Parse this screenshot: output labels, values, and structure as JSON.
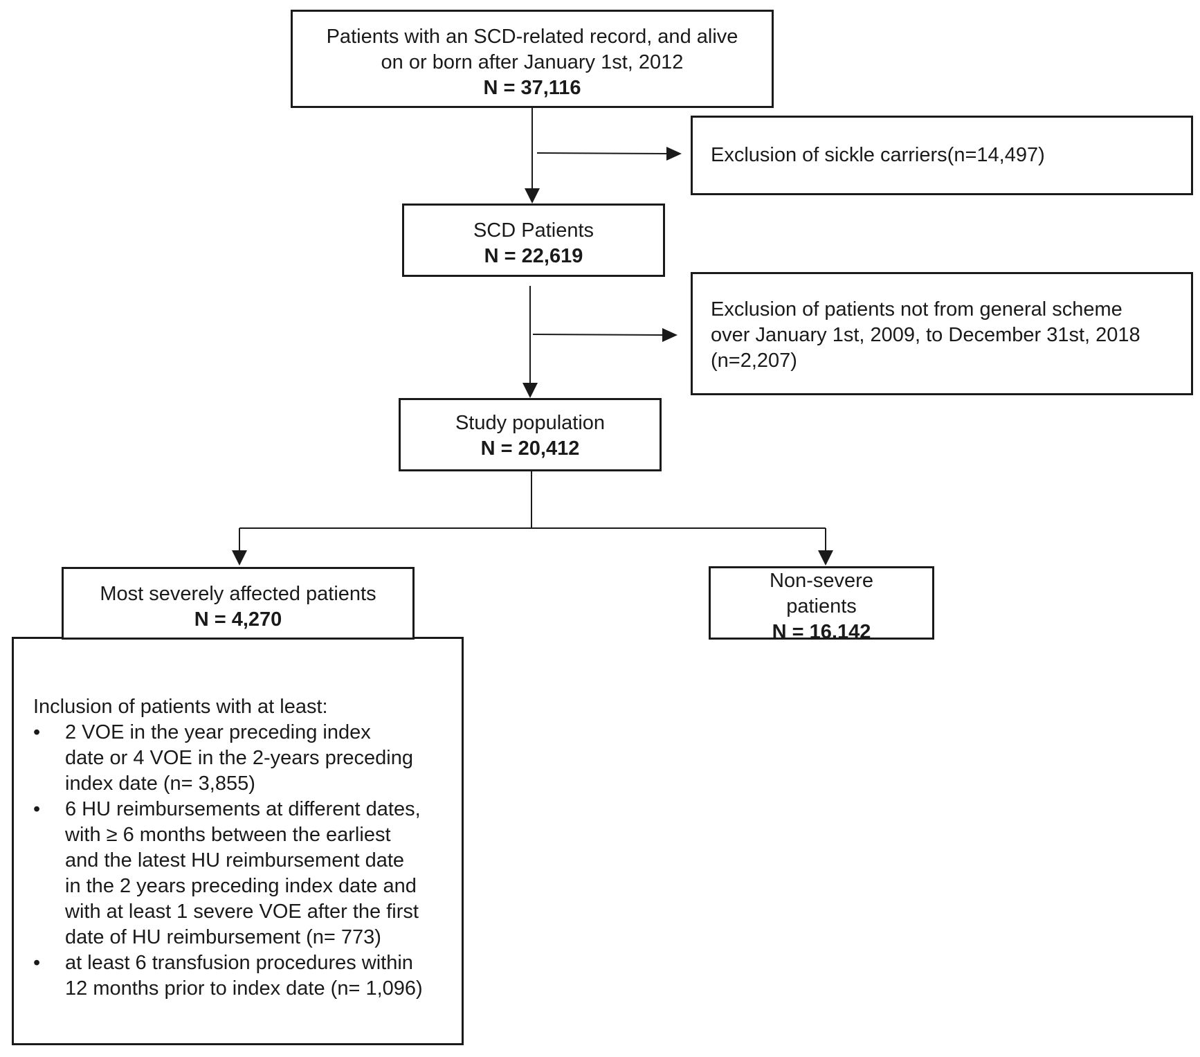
{
  "flow": {
    "start": {
      "line1": "Patients with an SCD-related record, and alive",
      "line2": "on or born after January 1st, 2012",
      "count": "N = 37,116"
    },
    "exclusion_carriers": {
      "text": "Exclusion of sickle carriers(n=14,497)"
    },
    "scd_patients": {
      "label": "SCD Patients",
      "count": "N = 22,619"
    },
    "exclusion_scheme": {
      "line1": "Exclusion of patients not from general scheme",
      "line2": "over January 1st, 2009, to December 31st, 2018",
      "line3": "(n=2,207)"
    },
    "study_population": {
      "label": "Study population",
      "count": "N = 20,412"
    },
    "severe": {
      "label": "Most severely affected patients",
      "count": "N = 4,270"
    },
    "non_severe": {
      "line1": "Non-severe",
      "line2": "patients",
      "count": "N = 16,142"
    },
    "inclusion": {
      "title": "Inclusion of patients with at least:",
      "bullet_symbol": "•",
      "criteria": [
        {
          "lines": [
            "2 VOE  in the year preceding index",
            "date or 4 VOE  in the 2-years preceding",
            "index date (n= 3,855)"
          ]
        },
        {
          "lines": [
            "6 HU reimbursements at different dates,",
            "with ≥ 6 months between the earliest",
            "and the latest HU reimbursement date",
            "in the 2 years preceding index date and",
            "with at least 1 severe VOE after the first",
            "date of HU reimbursement (n= 773)"
          ]
        },
        {
          "lines": [
            "at least 6 transfusion procedures within",
            "12 months prior to index date (n= 1,096)"
          ]
        }
      ]
    }
  }
}
